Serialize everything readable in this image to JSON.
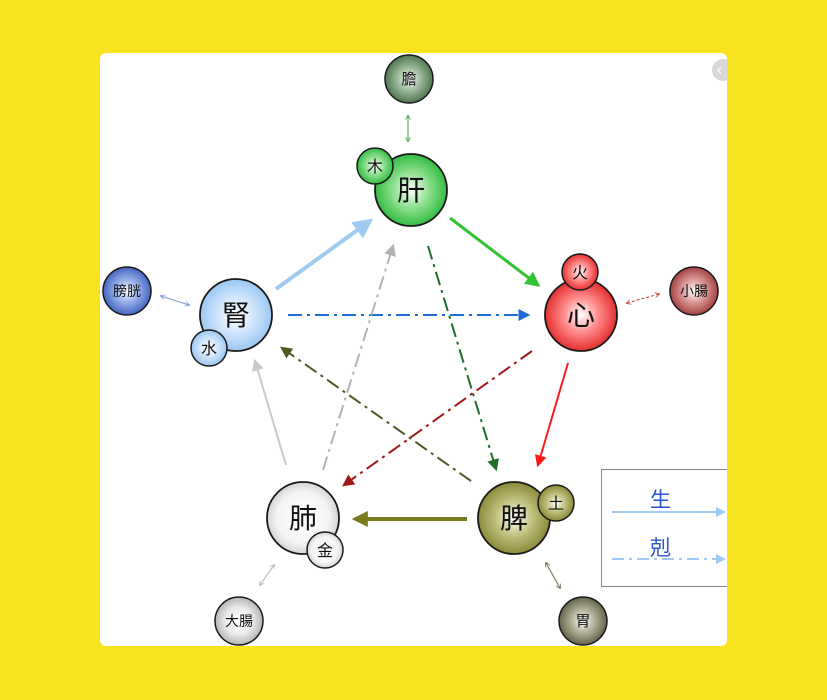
{
  "diagram": {
    "organs": {
      "liver": {
        "label": "肝",
        "element": "木",
        "color": "#2fbf3f"
      },
      "heart": {
        "label": "心",
        "element": "火",
        "color": "#e23030"
      },
      "spleen": {
        "label": "脾",
        "element": "土",
        "color": "#8a8a2e"
      },
      "lung": {
        "label": "肺",
        "element": "金",
        "color": "#d0d0d0"
      },
      "kidney": {
        "label": "腎",
        "element": "水",
        "color": "#8fc4f4"
      }
    },
    "fu": {
      "gallbladder": {
        "label": "膽",
        "color": "#4a7a4a"
      },
      "small_intestine": {
        "label": "小腸",
        "color": "#a03838"
      },
      "stomach": {
        "label": "胃",
        "color": "#5c5c42"
      },
      "large_intestine": {
        "label": "大腸",
        "color": "#bdbdbd"
      },
      "bladder": {
        "label": "膀胱",
        "color": "#3a5fc0"
      }
    }
  },
  "legend": {
    "sheng_label": "生",
    "ke_label": "剋",
    "sheng_color": "#9fcaf1",
    "ke_color": "#9fcaf1"
  }
}
